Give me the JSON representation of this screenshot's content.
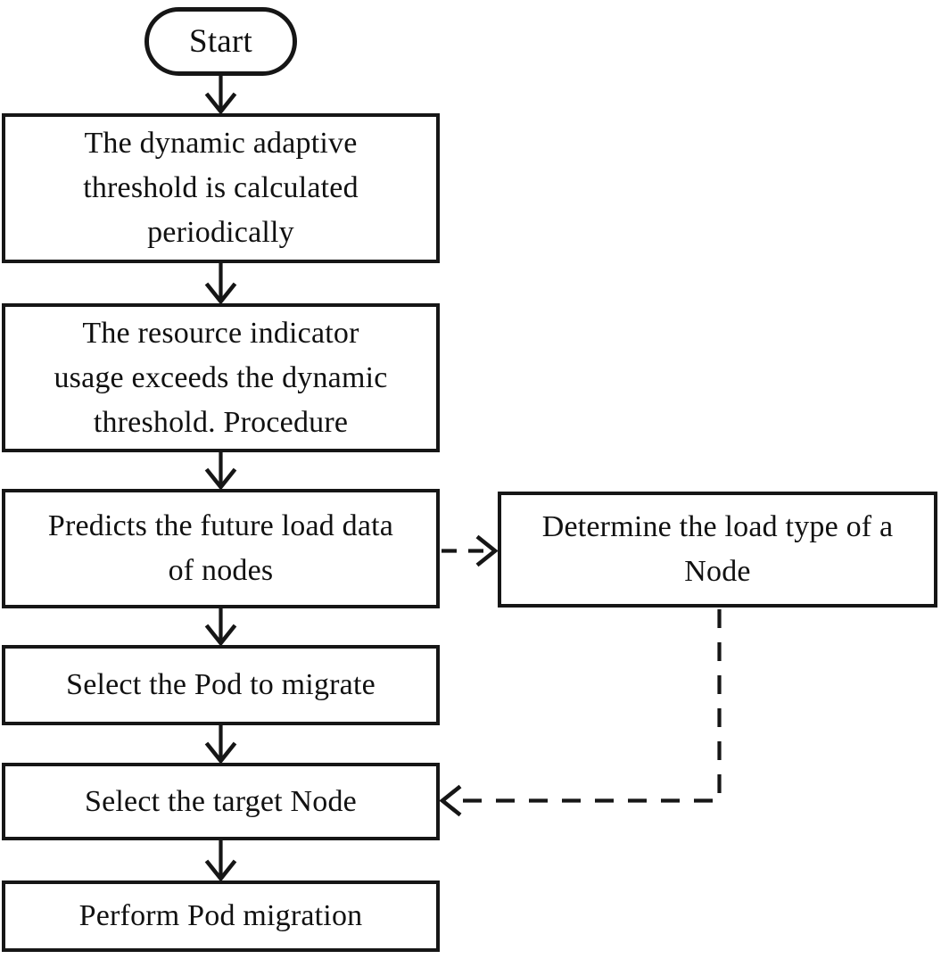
{
  "diagram": {
    "type": "flowchart",
    "title": "Pod migration scheduling flowchart",
    "colors": {
      "background": "#ffffff",
      "stroke": "#161616",
      "text": "#111111"
    },
    "nodes": [
      {
        "id": "start",
        "shape": "stadium",
        "label": "Start"
      },
      {
        "id": "calc-threshold",
        "shape": "rect",
        "label": "The dynamic adaptive\nthreshold is calculated\nperiodically"
      },
      {
        "id": "usage-exceeds",
        "shape": "rect",
        "label": "The resource indicator\nusage exceeds the dynamic\nthreshold. Procedure"
      },
      {
        "id": "predict-load",
        "shape": "rect",
        "label": "Predicts the future load data\nof nodes"
      },
      {
        "id": "select-pod",
        "shape": "rect",
        "label": "Select the Pod to migrate"
      },
      {
        "id": "select-target-node",
        "shape": "rect",
        "label": "Select the target Node"
      },
      {
        "id": "perform-migration",
        "shape": "rect",
        "label": "Perform Pod migration"
      },
      {
        "id": "determine-load-type",
        "shape": "rect",
        "label": "Determine the load type of a\nNode"
      }
    ],
    "edges": [
      {
        "from": "start",
        "to": "calc-threshold",
        "style": "solid"
      },
      {
        "from": "calc-threshold",
        "to": "usage-exceeds",
        "style": "solid"
      },
      {
        "from": "usage-exceeds",
        "to": "predict-load",
        "style": "solid"
      },
      {
        "from": "predict-load",
        "to": "select-pod",
        "style": "solid"
      },
      {
        "from": "select-pod",
        "to": "select-target-node",
        "style": "solid"
      },
      {
        "from": "select-target-node",
        "to": "perform-migration",
        "style": "solid"
      },
      {
        "from": "predict-load",
        "to": "determine-load-type",
        "style": "dashed"
      },
      {
        "from": "determine-load-type",
        "to": "select-target-node",
        "style": "dashed"
      }
    ]
  }
}
